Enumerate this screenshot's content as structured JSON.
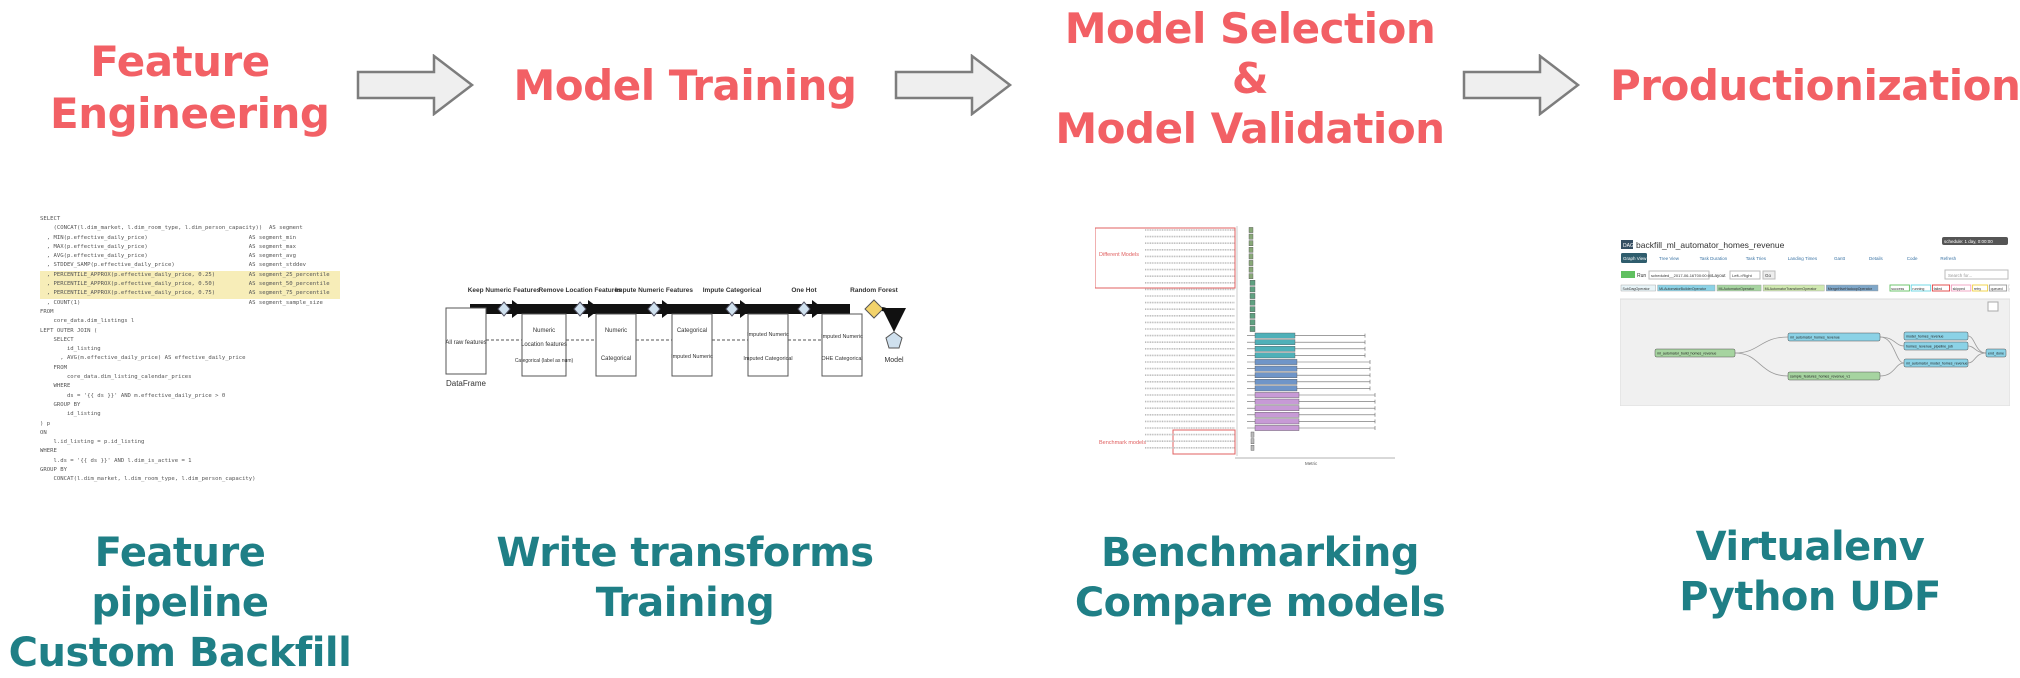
{
  "stages": [
    {
      "title_lines": [
        "Feature",
        "Engineering"
      ],
      "footer_lines": [
        "Feature pipeline",
        "Custom Backfill"
      ]
    },
    {
      "title_lines": [
        "Model Training"
      ],
      "footer_lines": [
        "Write transforms",
        "Training"
      ]
    },
    {
      "title_lines": [
        "Model Selection",
        "&",
        "Model Validation"
      ],
      "footer_lines": [
        "Benchmarking",
        "Compare models"
      ]
    },
    {
      "title_lines": [
        "Productionization"
      ],
      "footer_lines": [
        "Virtualenv",
        "Python UDF"
      ]
    }
  ],
  "colors": {
    "title": "#f26065",
    "footer": "#1f7f86",
    "arrow_fill": "#efefef",
    "arrow_stroke": "#7d7d7d"
  },
  "sql_code": {
    "lines": [
      "SELECT",
      "    (CONCAT(l.dim_market, l.dim_room_type, l.dim_person_capacity))  AS segment",
      "  , MIN(p.effective_daily_price)                              AS segment_min",
      "  , MAX(p.effective_daily_price)                              AS segment_max",
      "  , AVG(p.effective_daily_price)                              AS segment_avg",
      "  , STDDEV_SAMP(p.effective_daily_price)                      AS segment_stddev",
      "  , PERCENTILE_APPROX(p.effective_daily_price, 0.25)          AS segment_25_percentile",
      "  , PERCENTILE_APPROX(p.effective_daily_price, 0.50)          AS segment_50_percentile",
      "  , PERCENTILE_APPROX(p.effective_daily_price, 0.75)          AS segment_75_percentile",
      "  , COUNT(1)                                                  AS segment_sample_size",
      "FROM",
      "    core_data.dim_listings l",
      "LEFT OUTER JOIN (",
      "    SELECT",
      "        id_listing",
      "      , AVG(m.effective_daily_price) AS effective_daily_price",
      "    FROM",
      "        core_data.dim_listing_calendar_prices",
      "    WHERE",
      "        ds = '{{ ds }}' AND m.effective_daily_price > 0",
      "    GROUP BY",
      "        id_listing",
      ") p",
      "ON",
      "    l.id_listing = p.id_listing",
      "WHERE",
      "    l.ds = '{{ ds }}' AND l.dim_is_active = 1",
      "GROUP BY",
      "    CONCAT(l.dim_market, l.dim_room_type, l.dim_person_capacity)"
    ],
    "highlighted_line": 6
  },
  "pipeline": {
    "stage_labels": [
      "Keep Numeric Features",
      "Remove Location Features",
      "Impute Numeric Features",
      "Impute Categorical",
      "One Hot",
      "Random Forest"
    ],
    "box_all": "All raw features",
    "box_dataframe": "DataFrame",
    "box2": [
      "Numeric",
      "Location features",
      "Categorical (label as num)"
    ],
    "box3": [
      "Numeric",
      "Categorical"
    ],
    "box4": [
      "Categorical",
      "Imputed Numeric"
    ],
    "box5": [
      "Imputed Numeric",
      "Imputed Categorical"
    ],
    "box6": [
      "Imputed Numeric",
      "OHE Categorical"
    ],
    "model": "Model"
  },
  "benchmark": {
    "label_top": "Different Models",
    "label_bottom": "Benchmark models",
    "x_axis": "Metric"
  },
  "airflow": {
    "badge": "DAG",
    "dag_name": "backfill_ml_automator_homes_revenue",
    "schedule": "schedule: 1 day, 0:00:00",
    "tabs": [
      "Graph View",
      "Tree View",
      "Task Duration",
      "Task Tries",
      "Landing Times",
      "Gantt",
      "Details",
      "Code",
      "Refresh"
    ],
    "run_label": "Run",
    "run_value": "scheduled__2017-06-16T00:00:00",
    "layout_label": "Layout",
    "layout_value": "Left->Right",
    "go": "Go",
    "search_placeholder": "Search for...",
    "operators": [
      "SubDagOperator",
      "MLAutomatorBuilderOperator",
      "MLAutomatorOperator",
      "MLAutomatorTransformOperator",
      "MergeHiveHadoopOperator"
    ],
    "states": [
      "success",
      "running",
      "failed",
      "skipped",
      "retry",
      "queued",
      "no status"
    ],
    "nodes": [
      "ml_automator_build_homes_revenue",
      "ml_automator_homes_revenue",
      "sample_features_homes_revenue_v1",
      "homes_revenue_pipeline_job",
      "ml_automator_model_homes_revenue",
      "model_homes_revenue",
      "end_done"
    ]
  }
}
